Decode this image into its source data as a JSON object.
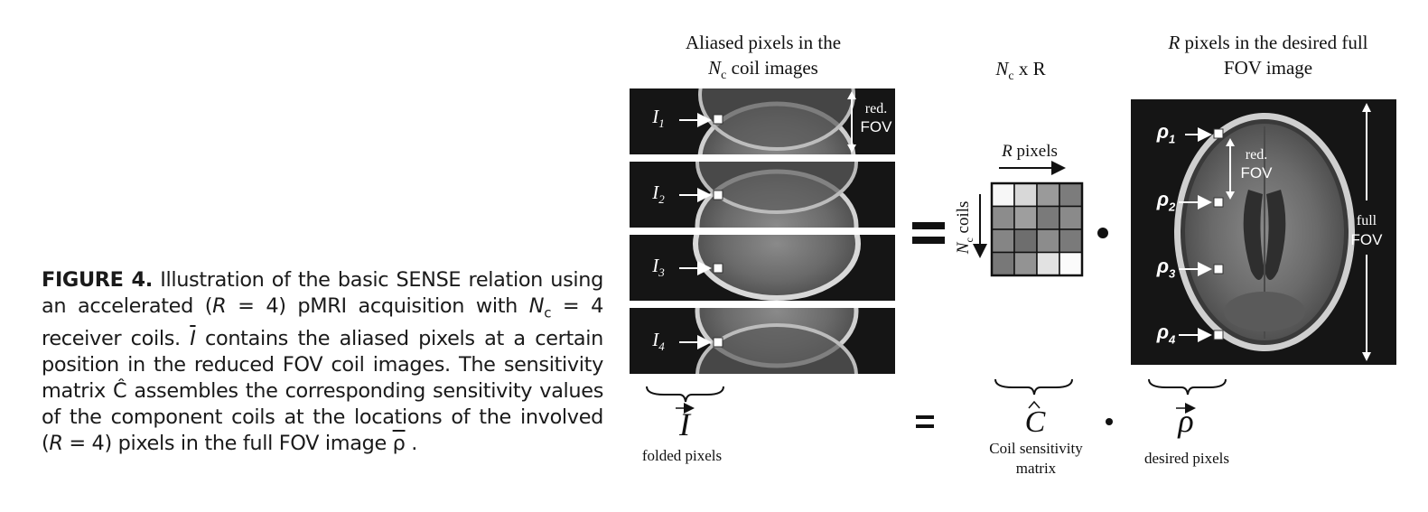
{
  "caption": {
    "figure_label": "FIGURE 4.",
    "part1": " Illustration of the basic SENSE relation using an accelerated (",
    "r_var": "R",
    "part2": " = 4) pMRI acquisition with ",
    "nc_var": "N",
    "nc_sub": "c",
    "part3": " = 4 receiver coils. ",
    "i_vec": "I",
    "part4": " contains the aliased pixels at a certain position in the reduced FOV coil images. The sensitivity matrix ",
    "c_hat": "Ĉ",
    "part5": " assembles the corresponding sensitivity values of the component coils at the locations of the involved (",
    "r_var2": "R",
    "part6": " = 4) pixels in the full FOV image ",
    "rho_vec": "ρ",
    "part7": " ."
  },
  "headers": {
    "aliased_line1": "Aliased pixels in the",
    "aliased_line2_var": "N",
    "aliased_line2_sub": "c",
    "aliased_line2_rest": " coil images",
    "matrix_nc": "N",
    "matrix_sub": "c",
    "matrix_rest": " x R",
    "full_line1_var": "R",
    "full_line1_rest": " pixels in the desired full",
    "full_line2": "FOV image"
  },
  "aliased_strips": [
    {
      "label": "I",
      "sub": "1"
    },
    {
      "label": "I",
      "sub": "2"
    },
    {
      "label": "I",
      "sub": "3"
    },
    {
      "label": "I",
      "sub": "4"
    }
  ],
  "red_fov": {
    "line1": "red.",
    "line2": "FOV"
  },
  "matrix": {
    "r_pixels_var": "R",
    "r_pixels_rest": " pixels",
    "nc_coils_var": "N",
    "nc_coils_sub": "c",
    "nc_coils_rest": " coils",
    "cells": [
      [
        "#f7f7f7",
        "#d8d8d8",
        "#9a9a9a",
        "#7c7c7c"
      ],
      [
        "#8c8c8c",
        "#9e9e9e",
        "#7a7a7a",
        "#8a8a8a"
      ],
      [
        "#858585",
        "#6e6e6e",
        "#8c8c8c",
        "#7a7a7a"
      ],
      [
        "#787878",
        "#939393",
        "#e2e2e2",
        "#fbfbfb"
      ]
    ]
  },
  "full_fov": {
    "rho_labels": [
      {
        "label": "ρ",
        "sub": "1"
      },
      {
        "label": "ρ",
        "sub": "2"
      },
      {
        "label": "ρ",
        "sub": "3"
      },
      {
        "label": "ρ",
        "sub": "4"
      }
    ],
    "red_line1": "red.",
    "red_line2": "FOV",
    "full_line1": "full",
    "full_line2": "FOV"
  },
  "equation": {
    "equals": "=",
    "dot": "•",
    "i_symbol": "I",
    "i_caption": "folded pixels",
    "c_symbol": "C",
    "c_caption_line1": "Coil sensitivity",
    "c_caption_line2": "matrix",
    "rho_symbol": "ρ",
    "rho_caption": "desired pixels"
  },
  "colors": {
    "image_background": "#151515",
    "text": "#111111",
    "white": "#ffffff"
  }
}
